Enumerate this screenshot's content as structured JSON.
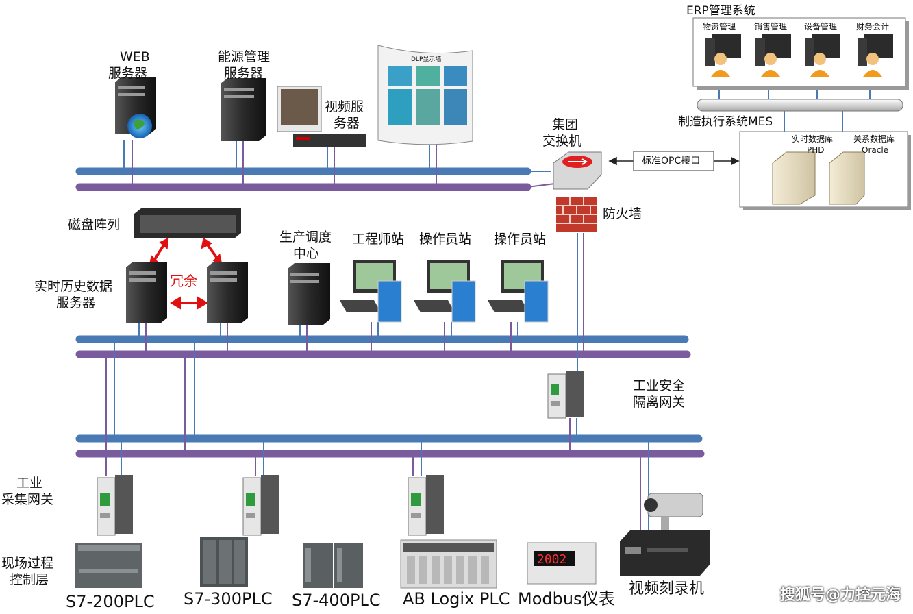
{
  "erp": {
    "title": "ERP管理系统",
    "items": [
      "物资管理",
      "销售管理",
      "设备管理",
      "财务会计"
    ]
  },
  "mes": {
    "title": "制造执行系统MES",
    "db1_name": "实时数据库",
    "db1_sub": "PHD",
    "db2_name": "关系数据库",
    "db2_sub": "Oracle"
  },
  "opc": {
    "label": "标准OPC接口"
  },
  "top_servers": {
    "web": [
      "WEB",
      "服务器"
    ],
    "energy": [
      "能源管理",
      "服务器"
    ],
    "video": [
      "视频服",
      "务器"
    ],
    "dlp_title": "DLP显示墙"
  },
  "switch": {
    "label": [
      "集团",
      "交换机"
    ]
  },
  "firewall": {
    "label": "防火墙"
  },
  "middle": {
    "disk_array": "磁盘阵列",
    "history": [
      "实时历史数据",
      "服务器"
    ],
    "redundant": "冗余",
    "dispatch": [
      "生产调度",
      "中心"
    ],
    "engineer": "工程师站",
    "operator1": "操作员站",
    "operator2": "操作员站"
  },
  "gateway_safe": {
    "label": [
      "工业安全",
      "隔离网关"
    ]
  },
  "left_labels": {
    "collect": [
      "工业",
      "采集网关"
    ],
    "field": [
      "现场过程",
      "控制层"
    ]
  },
  "devices": [
    "S7-200PLC",
    "S7-300PLC",
    "S7-400PLC",
    "AB Logix PLC",
    "Modbus仪表",
    "视频刻录机"
  ],
  "meter_display": "2002",
  "watermark": "搜狐号@力控元海",
  "colors": {
    "bus_blue": "#4a7ab4",
    "bus_purple": "#7a5c9e",
    "red": "#e01010"
  }
}
